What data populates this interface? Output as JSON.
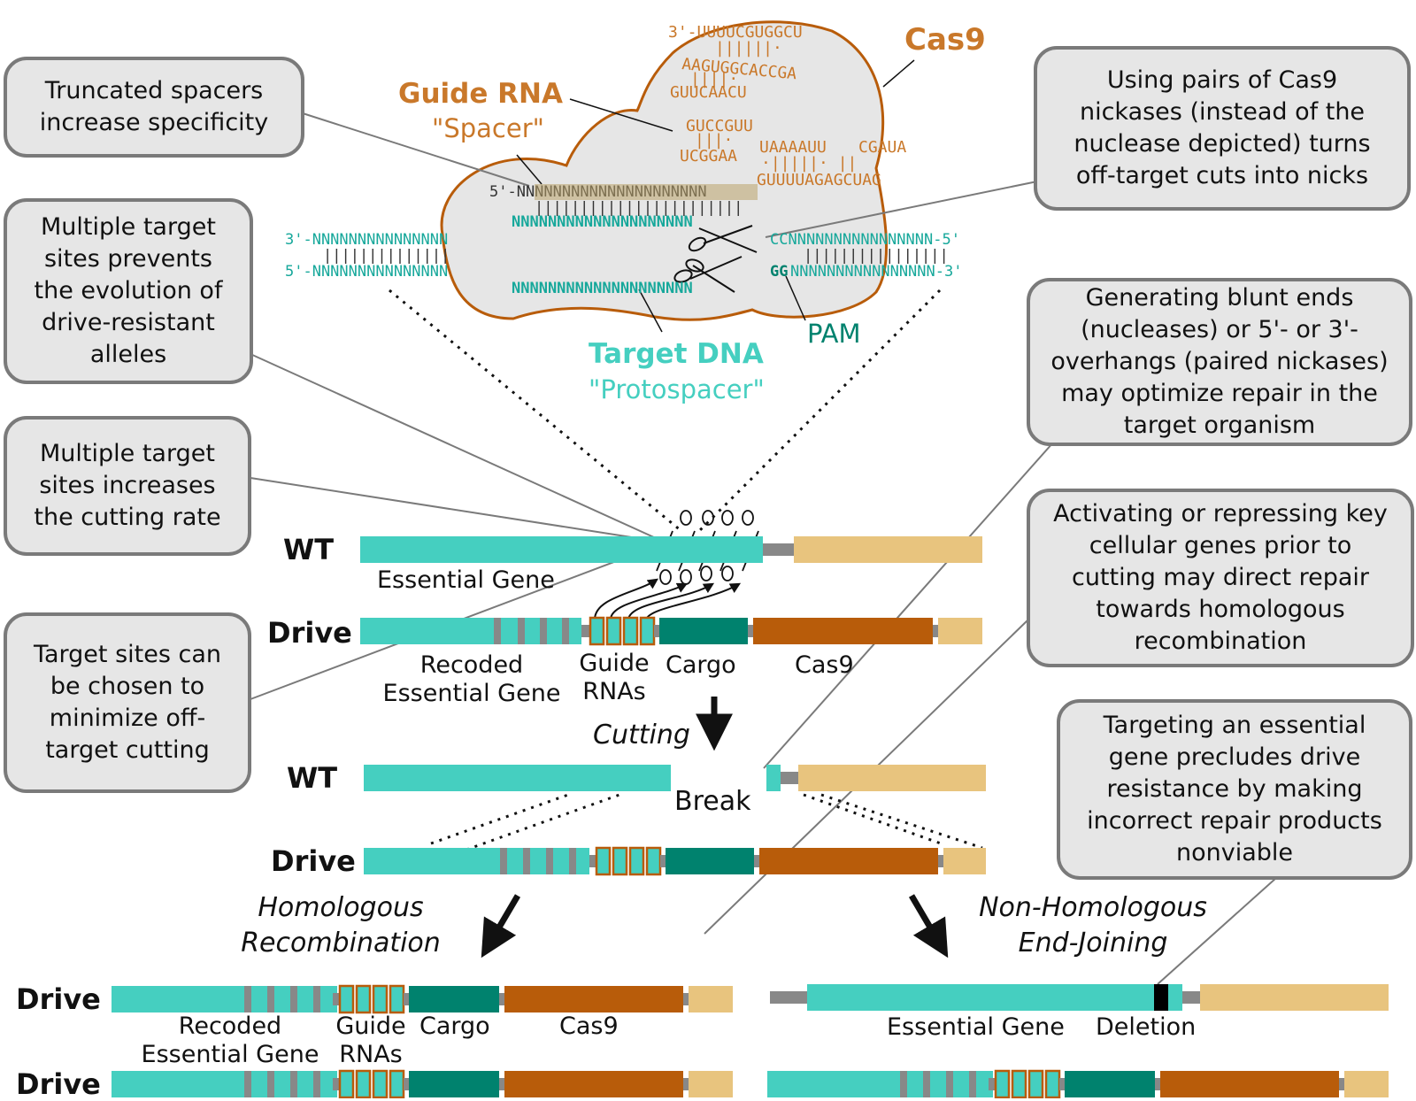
{
  "callouts": {
    "truncated": "Truncated spacers\nincrease specificity",
    "multiple_resistance": "Multiple target\nsites prevents\nthe evolution of\ndrive-resistant\nalleles",
    "multiple_rate": "Multiple target\nsites increases\nthe cutting rate",
    "offtarget": "Target sites can\nbe chosen to\nminimize off-\ntarget cutting",
    "nickases": "Using pairs of Cas9\nnickases (instead of the\nnuclease depicted) turns\noff-target cuts into nicks",
    "blunt": "Generating blunt ends\n(nucleases) or 5'- or 3'-\noverhangs (paired nickases)\nmay optimize repair in the\ntarget organism",
    "activating": "Activating or repressing key\ncellular genes prior to\ncutting may direct repair\ntowards homologous\nrecombination",
    "essential": "Targeting an essential\ngene precludes drive\nresistance by making\nincorrect repair products\nnonviable"
  },
  "cas9_complex": {
    "cas9_label": "Cas9",
    "guide_rna_label": "Guide RNA",
    "spacer_label": "\"Spacer\"",
    "target_dna_label": "Target DNA",
    "protospacer_label": "\"Protospacer\"",
    "pam_label": "PAM",
    "grna_seq_top": "3'-UUUUCGUGGCU",
    "grna_seq_loop1": "AAGUGGCACCGA",
    "grna_seq_loop2": "GUUCAACU",
    "grna_seq_mid": "GUCCGUU",
    "grna_seq_low": "UCGGAA",
    "grna_seq_low2": "UAAAAUU",
    "grna_seq_low3": "CGAUA",
    "grna_seq_bottom": "GUUUUAGAGCUAG",
    "spacer_seq": "5'-NNNNNNNNNNNNNNNNNNNNN",
    "pairing_bars": "|||||||||||||||||||||||",
    "target_top_left": "3'-NNNNNNNNNNNNNNN",
    "target_top_mid": "NNNNNNNNNNNNNNNNNNNN",
    "target_top_right": "CCNNNNNNNNNNNNNNNN-5'",
    "target_bot_left": "5'-NNNNNNNNNNNNNNN",
    "target_bot_mid": "NNNNNNNNNNNNNNNNNNNN",
    "target_bot_right": "NNNNNNNNNNNNNNNN-3'",
    "target_bot_pam": "GG",
    "dna_bars_left": "||||||||||||||",
    "dna_bars_right": "||||||||||||||||"
  },
  "rows": {
    "wt1": "WT",
    "drive1": "Drive",
    "wt2": "WT",
    "drive2": "Drive",
    "drive3": "Drive",
    "drive4": "Drive"
  },
  "parts": {
    "essential_gene": "Essential Gene",
    "recoded": "Recoded\nEssential Gene",
    "guide_rnas": "Guide\nRNAs",
    "cargo": "Cargo",
    "cas9": "Cas9",
    "break": "Break",
    "recoded2": "Recoded\nEssential Gene",
    "guide_rnas2": "Guide\nRNAs",
    "cargo2": "Cargo",
    "cas9_2": "Cas9",
    "essential_gene2": "Essential Gene",
    "deletion": "Deletion"
  },
  "steps": {
    "cutting": "Cutting",
    "hr": "Homologous\nRecombination",
    "nhej": "Non-Homologous\nEnd-Joining"
  },
  "colors": {
    "teal": "#45cfc0",
    "dark_teal": "#00826e",
    "orange": "#b85c0a",
    "tan": "#e8c47e",
    "gray": "#888888",
    "rna": "#c9782a",
    "callout_fill": "#e6e6e6",
    "callout_border": "#7a7a7a"
  }
}
